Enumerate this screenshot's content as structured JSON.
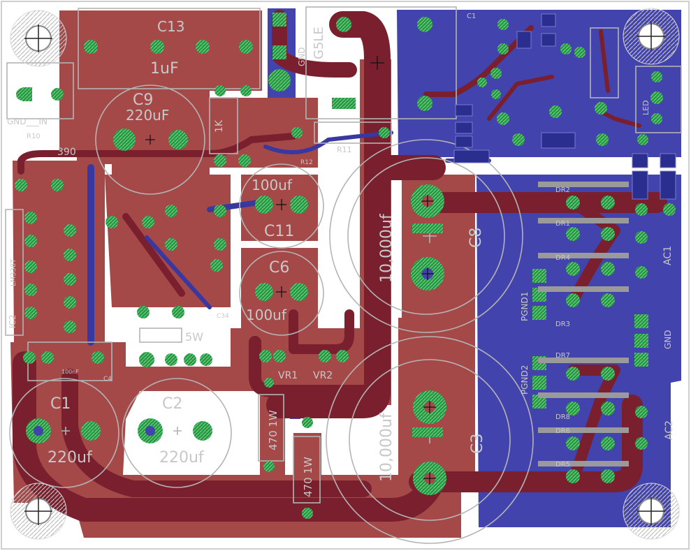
{
  "colors": {
    "top_copper": "#a54848",
    "top_trace": "#7a1f2e",
    "bottom_copper": "#4343ad",
    "pad": "#1f9a3d",
    "silk": "#b4b4b4",
    "label": "#c8c8c8"
  },
  "labels": {
    "c13": "C13",
    "c13_val": "1uF",
    "c9": "C9",
    "c9_val": "220uF",
    "c11": "C11",
    "c11_val": "100uf",
    "c6": "C6",
    "c6_val": "100uf",
    "c8": "C8",
    "c8_val": "10,000uf",
    "c3": "C3",
    "c3_val": "10,000uf",
    "c1": "C1",
    "c1_val": "220uf",
    "c2": "C2",
    "c2_val": "220uf",
    "c4": "C4",
    "c4_val": "100nF",
    "r11": "R11",
    "r10": "R10",
    "r10_val": "1K",
    "r9_val": "390",
    "r1w_470a": "470 1W",
    "r1w_470b": "470 1W",
    "r5w": "5W",
    "vr1": "VR1",
    "vr2": "VR2",
    "ic2": "IC2",
    "g5le": "G5LE",
    "gnd": "GND",
    "pgnd1": "PGND1",
    "pgnd2": "PGND2",
    "ac1": "AC1",
    "ac2": "AC2",
    "gnd_in": "GND___IN",
    "dr1": "DR1",
    "dr2": "DR2",
    "dr3": "DR3",
    "dr4": "DR4",
    "dr5": "DR5",
    "dr6": "DR6",
    "dr7": "DR7",
    "dr8": "DR8",
    "led": "LED",
    "c1b": "C1",
    "c34": "C34",
    "r12": "R12",
    "ic_side": "LM338T"
  }
}
